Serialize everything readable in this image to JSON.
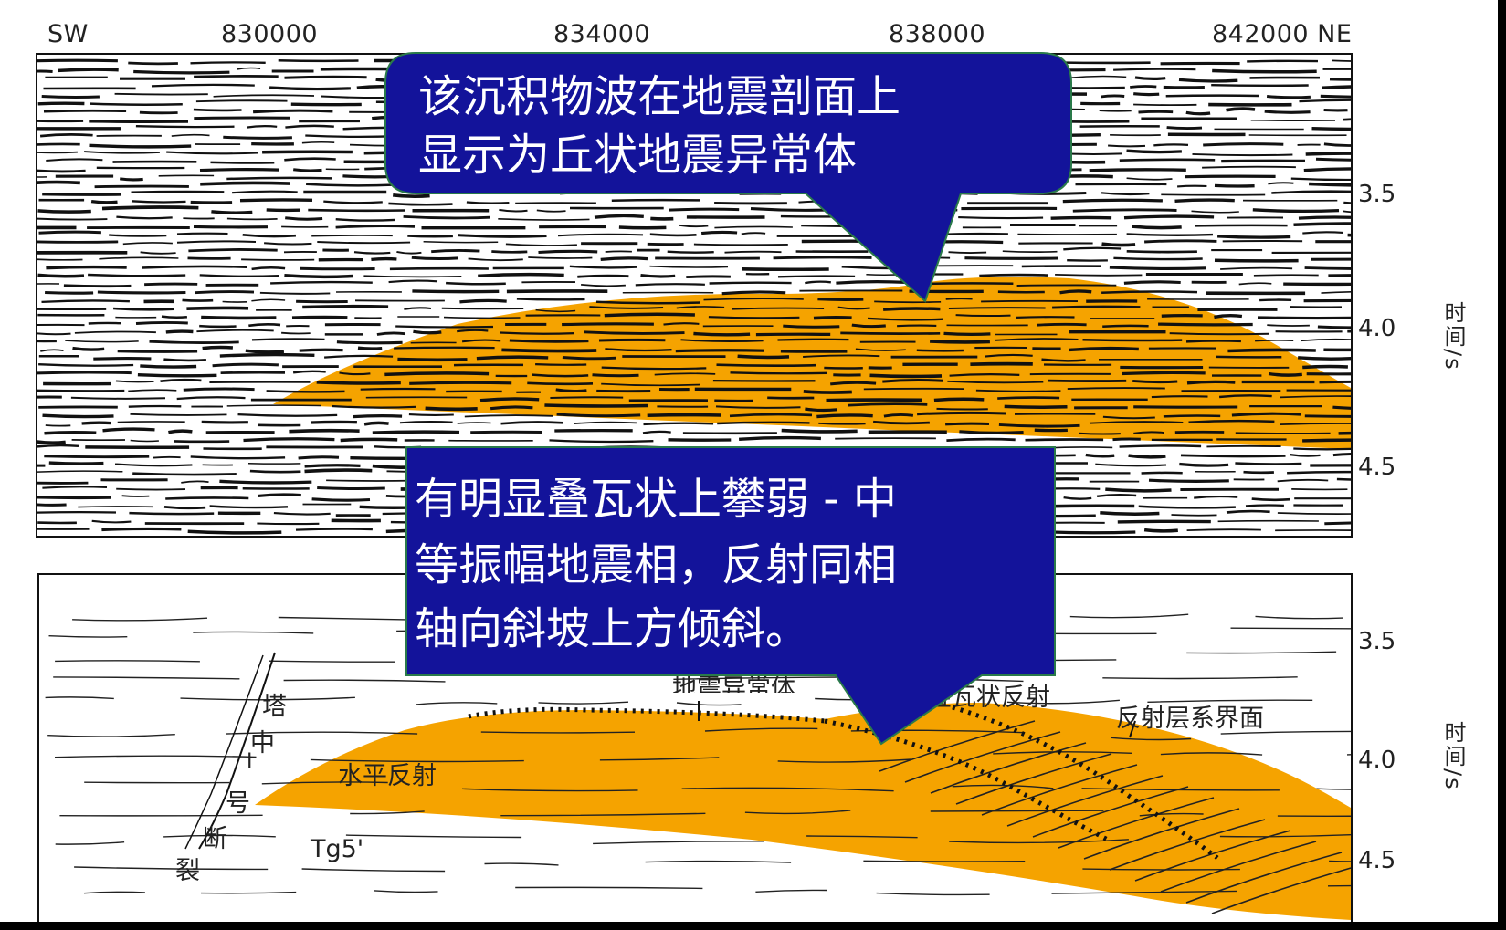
{
  "x_axis": {
    "left_label": "SW",
    "ticks": [
      "830000",
      "834000",
      "838000",
      "842000 NE"
    ]
  },
  "upper_panel": {
    "y_ticks": [
      "3.5",
      "4.0",
      "4.5"
    ],
    "y_axis_title": "时间/s"
  },
  "lower_panel": {
    "y_ticks": [
      "3.5",
      "4.0",
      "4.5"
    ],
    "y_axis_title": "时间/s",
    "annotations": {
      "fault_name_chars": [
        "塔",
        "中",
        "I",
        "号",
        "断",
        "裂"
      ],
      "horizontal_reflection": "水平反射",
      "tg5": "Tg5'",
      "anomaly_partial": "地震异常体",
      "imbricate_reflection": "叠瓦状反射",
      "interface": "反射层系界面"
    }
  },
  "callouts": {
    "top": {
      "lines": [
        "该沉积物波在地震剖面上",
        "显示为丘状地震异常体"
      ]
    },
    "bottom": {
      "lines": [
        "有明显叠瓦状上攀弱 - 中",
        "等振幅地震相，反射同相",
        "轴向斜坡上方倾斜。"
      ]
    }
  },
  "colors": {
    "mound_fill": "#F5A300",
    "callout_fill": "#13139A",
    "callout_border": "#2A7A4A",
    "callout_text": "#FFFFFF"
  }
}
